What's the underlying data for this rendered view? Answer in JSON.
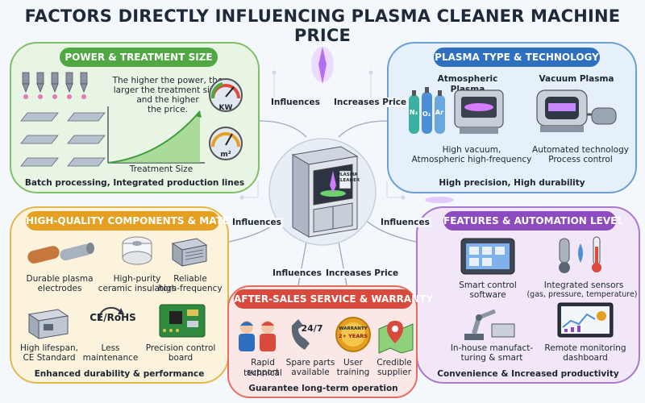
{
  "title": "FACTORS DIRECTLY INFLUENCING PLASMA CLEANER MACHINE PRICE",
  "power": {
    "banner": "POWER & TREATMENT SIZE",
    "line1": "The higher the power, the",
    "line2": "larger the treatment size,",
    "line3": "and the higher",
    "line4": "the price.",
    "axis": "Treatment Size",
    "gauge1": "KW",
    "gauge2": "m²",
    "footer": "Batch processing, Integrated production lines"
  },
  "plasma": {
    "banner": "PLASMA TYPE & TECHNOLOGY",
    "atm_title": "Atmospheric Plasma",
    "vac_title": "Vacuum Plasma",
    "gas1": "N₂",
    "gas2": "O₂",
    "gas3": "Ar",
    "left1": "High vacuum,",
    "left2": "Atmospheric high-frequency",
    "right1": "Automated technology",
    "right2": "Process control",
    "footer": "High precision, High durability"
  },
  "components": {
    "banner": "HIGH-QUALITY COMPONENTS & MATERIALS",
    "i1a": "Durable plasma",
    "i1b": "electrodes",
    "i2a": "High-purity",
    "i2b": "ceramic insulators",
    "i3a": "Reliable",
    "i3b": "high-frequency",
    "ce": "CE/RoHS",
    "i4a": "High lifespan,",
    "i4b": "CE Standard",
    "i5a": "Less",
    "i5b": "maintenance",
    "i6a": "Precision control",
    "i6b": "board",
    "footer": "Enhanced durability & performance"
  },
  "features": {
    "banner": "FEATURES & AUTOMATION LEVEL",
    "f1a": "Smart control",
    "f1b": "software",
    "f2a": "Integrated sensors",
    "f2b": "(gas, pressure, temperature)",
    "f3a": "In-house manufact-",
    "f3b": "turing & smart",
    "f4a": "Remote monitoring",
    "f4b": "dashboard",
    "footer": "Convenience & Increased productivity"
  },
  "after": {
    "banner": "AFTER-SALES SERVICE & WARRANTY",
    "s1a": "Rapid technical",
    "s1b": "support",
    "phone": "24/7",
    "s2a": "Spare parts",
    "s2b": "available",
    "badge1": "WARRANTY",
    "badge2": "2+ YEARS",
    "s3a": "User",
    "s3b": "training",
    "s4a": "Credible",
    "s4b": "supplier",
    "footer": "Guarantee long-term operation"
  },
  "relations": {
    "r1": "Influences",
    "r2": "Increases Price",
    "r3": "Influences",
    "r4": "Influences",
    "r5": "Influences",
    "r6": "Increases Price"
  },
  "machine_label": "PLASMA CLEANER",
  "colors": {
    "green": "#4fa842",
    "blue": "#2f6fc0",
    "gold": "#e5a021",
    "purple": "#8c4cbf",
    "red": "#d84a3d"
  }
}
